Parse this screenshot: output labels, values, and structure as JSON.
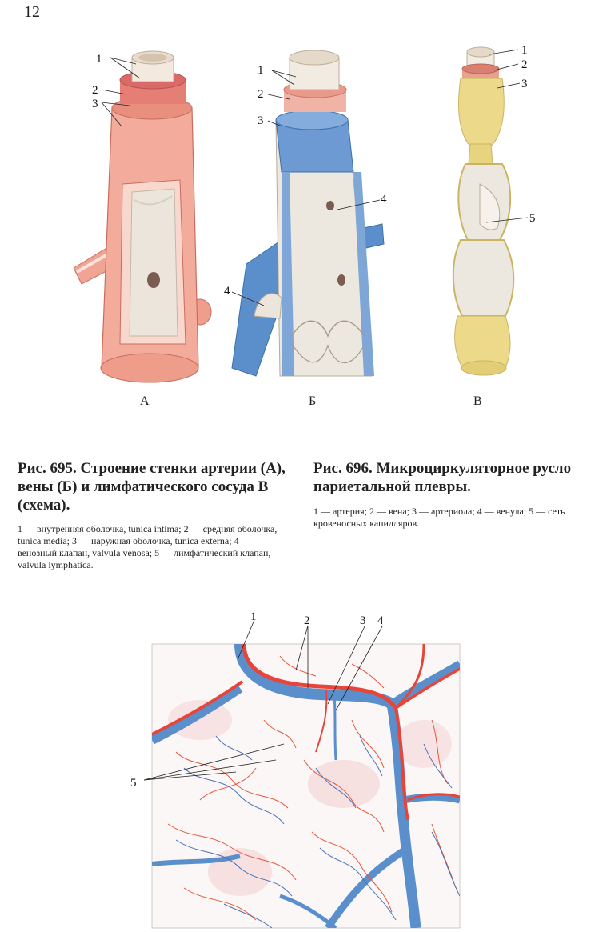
{
  "page_number": "12",
  "figure_695": {
    "panel_letters": [
      "А",
      "Б",
      "В"
    ],
    "callouts_A": [
      "1",
      "2",
      "3"
    ],
    "callouts_B": [
      "1",
      "2",
      "3",
      "4",
      "4"
    ],
    "callouts_V": [
      "1",
      "2",
      "3",
      "5"
    ],
    "caption_title": "Рис. 695. Строение стенки артерии (А), вены (Б) и лимфатического сосуда В (схема).",
    "caption_legend": "1 — внутренняя оболочка, tunica intima; 2 — средняя оболочка, tunica media; 3 — наружная оболочка, tunica externa; 4 — венозный клапан, valvula venosa; 5 — лимфатический клапан, valvula lymphatica."
  },
  "figure_696": {
    "caption_title": "Рис. 696. Микроциркуляторное русло париетальной плевры.",
    "caption_legend": "1 — артерия; 2 — вена; 3 — артериола; 4 — венула; 5 — сеть кровеносных капилляров.",
    "callouts": [
      "1",
      "2",
      "3",
      "4",
      "5"
    ]
  },
  "colors": {
    "artery_red": "#e8553c",
    "vein_blue": "#5b8fcc",
    "lymph_yellow": "#ecd98a",
    "artery_wall_pink": "#f2a89a",
    "vein_wall_blue": "#7ea7d8",
    "inner_wall": "#ede8df"
  }
}
